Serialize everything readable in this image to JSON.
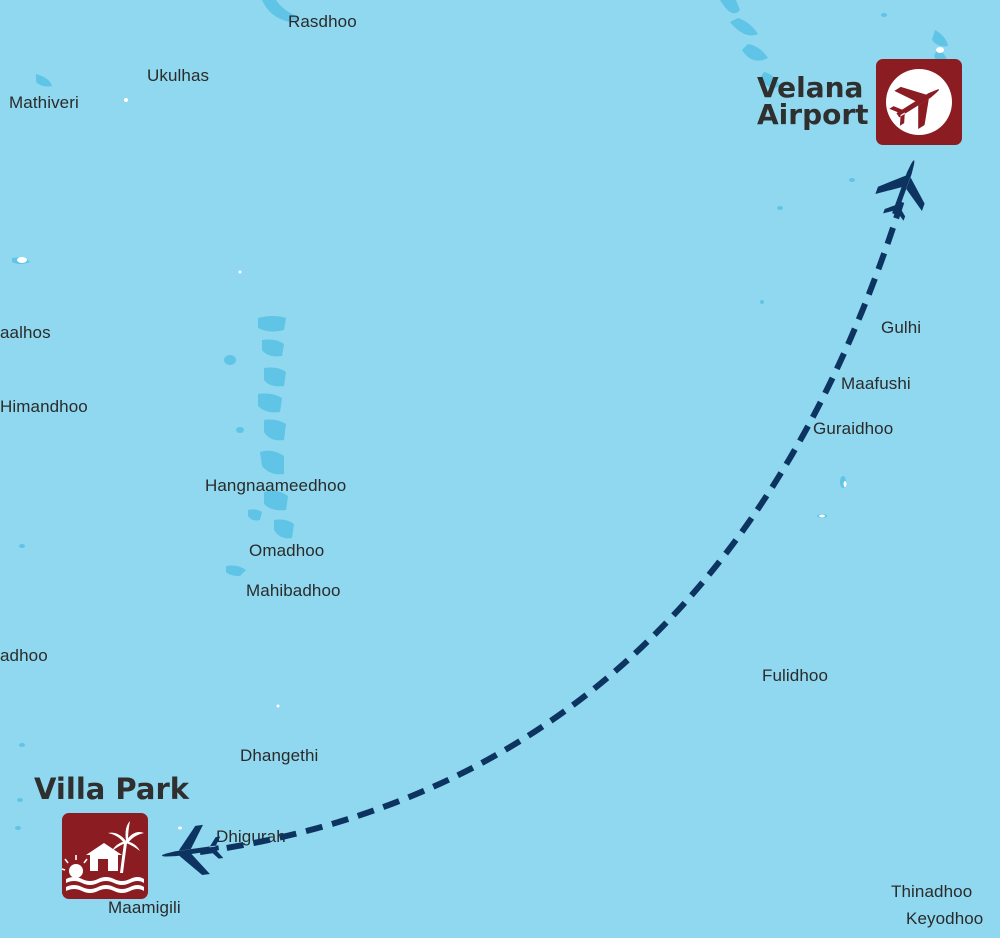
{
  "map": {
    "water_color": "#8fd8ef",
    "reef_color": "#5fc4e6",
    "route_color": "#0d3461",
    "pin_color": "#8b1c22"
  },
  "places": {
    "rasdhoo": "Rasdhoo",
    "ukulhas": "Ukulhas",
    "mathiveri": "Mathiveri",
    "aalhos": "aalhos",
    "himandhoo": "Himandhoo",
    "hangnaameedhoo": "Hangnaameedhoo",
    "omadhoo": "Omadhoo",
    "mahibadhoo": "Mahibadhoo",
    "adhoo": "adhoo",
    "dhangethi": "Dhangethi",
    "dhigurah": "Dhigurah",
    "maamigili": "Maamigili",
    "gulhi": "Gulhi",
    "maafushi": "Maafushi",
    "guraidhoo": "Guraidhoo",
    "fulidhoo": "Fulidhoo",
    "thinadhoo": "Thinadhoo",
    "keyodhoo": "Keyodhoo"
  },
  "origin": {
    "title": "Velana Airport",
    "icon": "airport-icon"
  },
  "destination": {
    "title": "Villa Park",
    "icon": "beach-resort-icon"
  },
  "route": {
    "icon": "airplane-icon",
    "style": "dashed"
  }
}
